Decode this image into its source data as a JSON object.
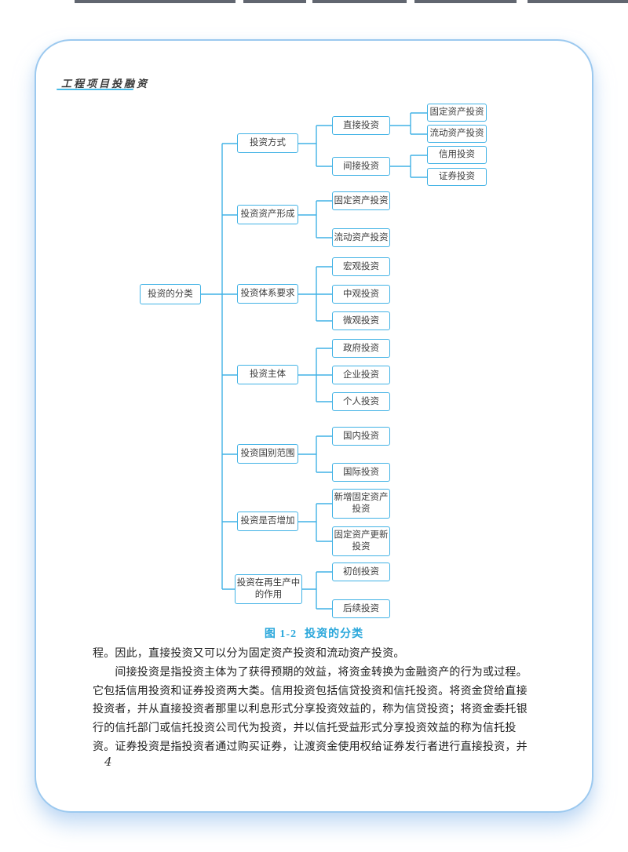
{
  "page": {
    "header_title": "工程项目投融资",
    "page_number": "4"
  },
  "colors": {
    "tree_accent": "#41b2e5",
    "caption_blue": "#2aa7db",
    "card_border": "#9cc9ef"
  },
  "figure": {
    "caption_label": "图 1-2",
    "caption_title": "投资的分类",
    "tree": {
      "root": "投资的分类",
      "branches": [
        {
          "label": "投资方式",
          "children": [
            {
              "label": "直接投资",
              "children": [
                {
                  "label": "固定资产投资"
                },
                {
                  "label": "流动资产投资"
                }
              ]
            },
            {
              "label": "间接投资",
              "children": [
                {
                  "label": "信用投资"
                },
                {
                  "label": "证券投资"
                }
              ]
            }
          ]
        },
        {
          "label": "投资资产形成",
          "children": [
            {
              "label": "固定资产投资"
            },
            {
              "label": "流动资产投资"
            }
          ]
        },
        {
          "label": "投资体系要求",
          "children": [
            {
              "label": "宏观投资"
            },
            {
              "label": "中观投资"
            },
            {
              "label": "微观投资"
            }
          ]
        },
        {
          "label": "投资主体",
          "children": [
            {
              "label": "政府投资"
            },
            {
              "label": "企业投资"
            },
            {
              "label": "个人投资"
            }
          ]
        },
        {
          "label": "投资国别范围",
          "children": [
            {
              "label": "国内投资"
            },
            {
              "label": "国际投资"
            }
          ]
        },
        {
          "label": "投资是否增加",
          "children": [
            {
              "label": "新增固定资产\n投资"
            },
            {
              "label": "固定资产更新\n投资"
            }
          ]
        },
        {
          "label": "投资在再生产中\n的作用",
          "children": [
            {
              "label": "初创投资"
            },
            {
              "label": "后续投资"
            }
          ]
        }
      ]
    }
  },
  "body": {
    "lines": [
      "程。因此，直接投资又可以分为固定资产投资和流动资产投资。",
      "　　间接投资是指投资主体为了获得预期的效益，将资金转换为金融资产的行为或过程。",
      "它包括信用投资和证券投资两大类。信用投资包括信贷投资和信托投资。将资金贷给直接",
      "投资者，并从直接投资者那里以利息形式分享投资效益的，称为信贷投资；将资金委托银",
      "行的信托部门或信托投资公司代为投资，并以信托受益形式分享投资效益的称为信托投",
      "资。证券投资是指投资者通过购买证券，让渡资金使用权给证券发行者进行直接投资，并"
    ]
  }
}
